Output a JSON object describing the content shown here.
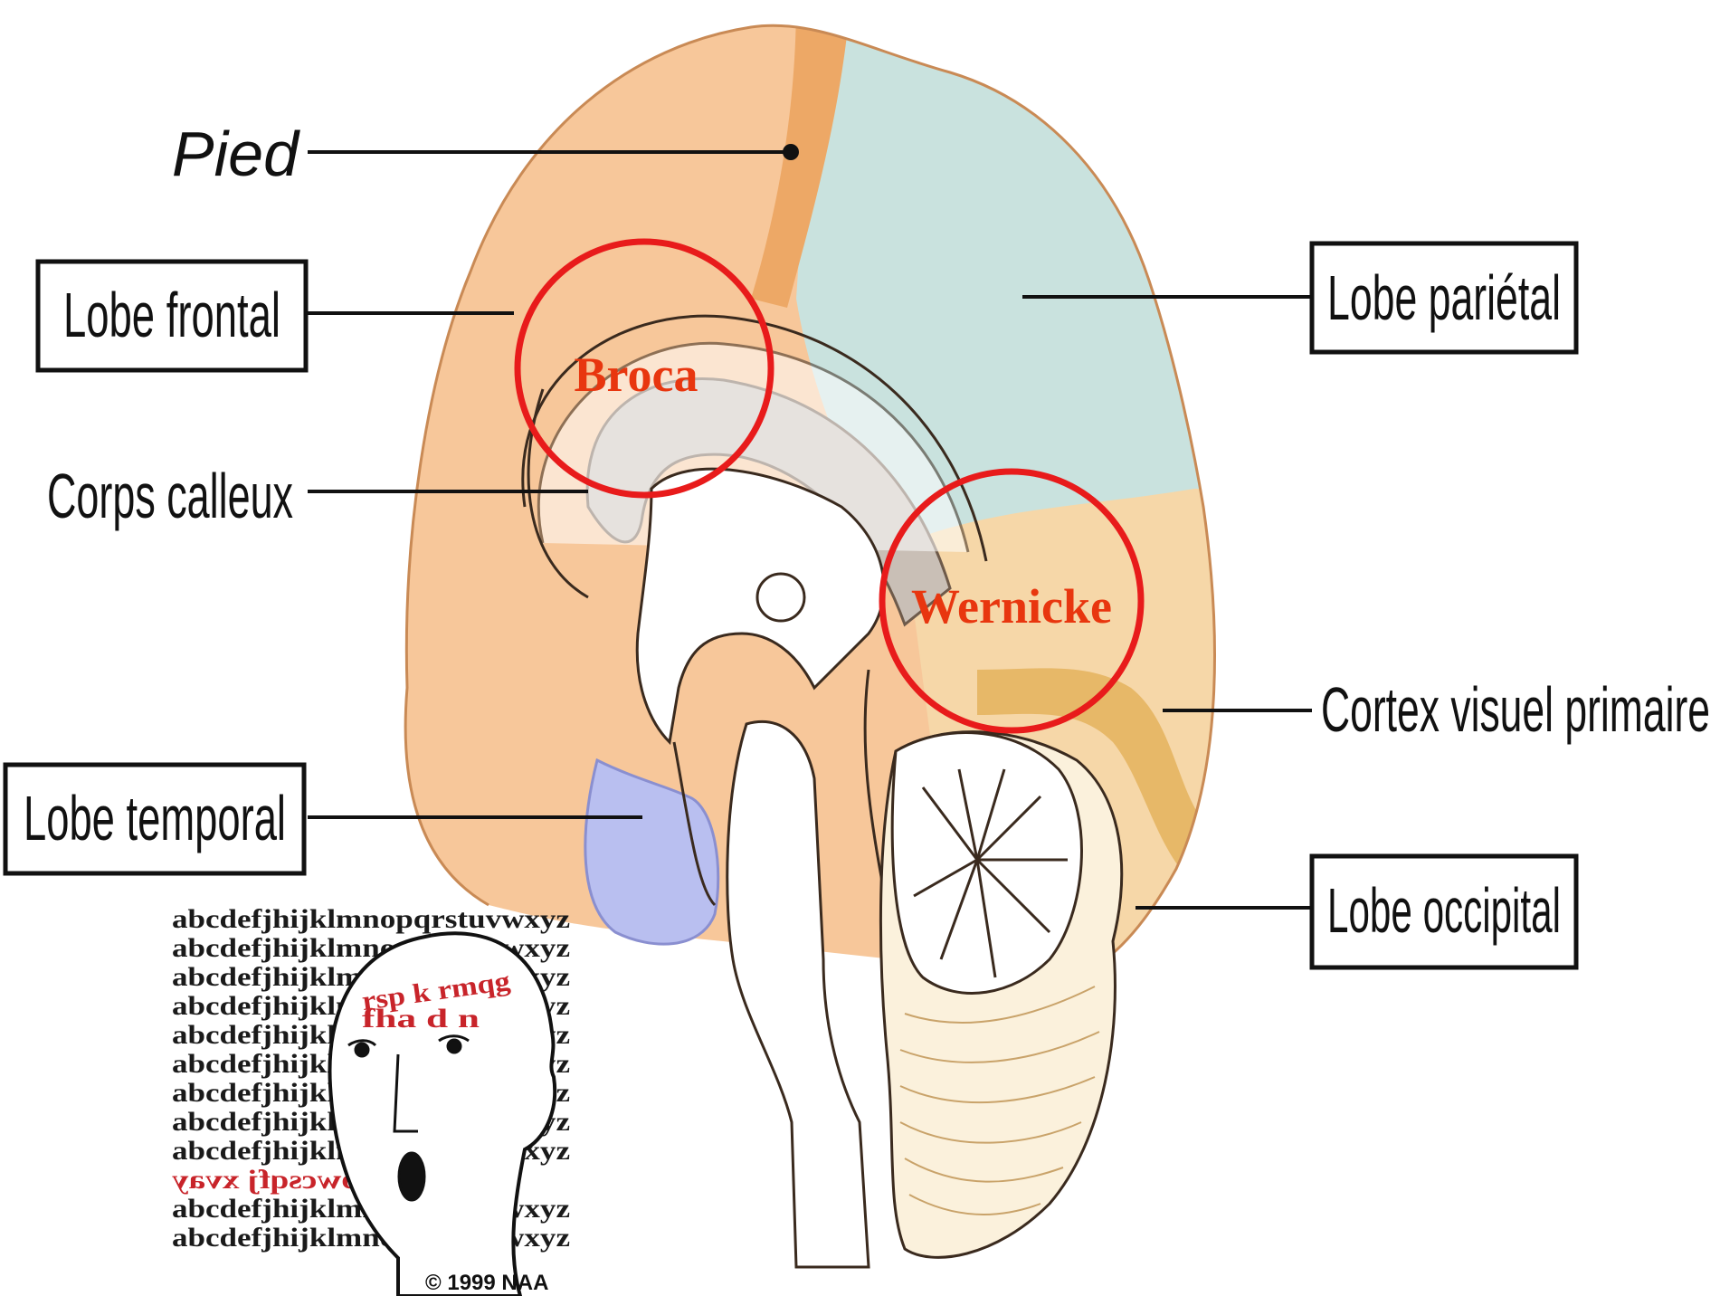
{
  "labels": {
    "pied": "Pied",
    "lobe_frontal": "Lobe frontal",
    "corps_calleux": "Corps calleux",
    "lobe_temporal": "Lobe temporal",
    "lobe_parietal": "Lobe pariétal",
    "cortex_visuel": "Cortex visuel primaire",
    "lobe_occipital": "Lobe occipital"
  },
  "areas": {
    "broca": "Broca",
    "wernicke": "Wernicke"
  },
  "inset": {
    "alphabet_line": "abcdefjhijklmnopqrstuvwxyz",
    "alphabet_lines": [
      "abcdefjhijklmnopqrstuvwxyz",
      "abcdefjhijklmnopqrstuvwxyz",
      "abcdefjhijklmnopqrstuvwxyz",
      "abcdefjhijklmnopqrstuvwxyz",
      "abcdefjhijklmnopqrstuvwxyz",
      "abcdefjhijklmnopqrstuvwxyz",
      "abcdefjhijklmnopqrstuvwxyz",
      "abcdefjhijklmnopqrstuvwxyz",
      "abcdefjhijklmnopqrstuvwxyz",
      "abcdefjhijklmnopqrstuvwxyz",
      "abcdefjhijklmnopqrstuvwxyz"
    ],
    "head_letters_top": "rsp k rmqg",
    "head_letters_bottom": "fha d n",
    "reversed_line": "ln kmbwcsqfj xvay",
    "copyright": "© 1999 NAA"
  },
  "colors": {
    "frontal": "#f7c79a",
    "parietal": "#c9e2de",
    "occipital": "#f6d7a8",
    "temporal": "#b9bff0",
    "pied_band": "#eda866",
    "callosum": "#c9bfb6",
    "visual_band": "#e7b868",
    "highlight": "#e81b1b",
    "highlight_text": "#e8360f"
  }
}
